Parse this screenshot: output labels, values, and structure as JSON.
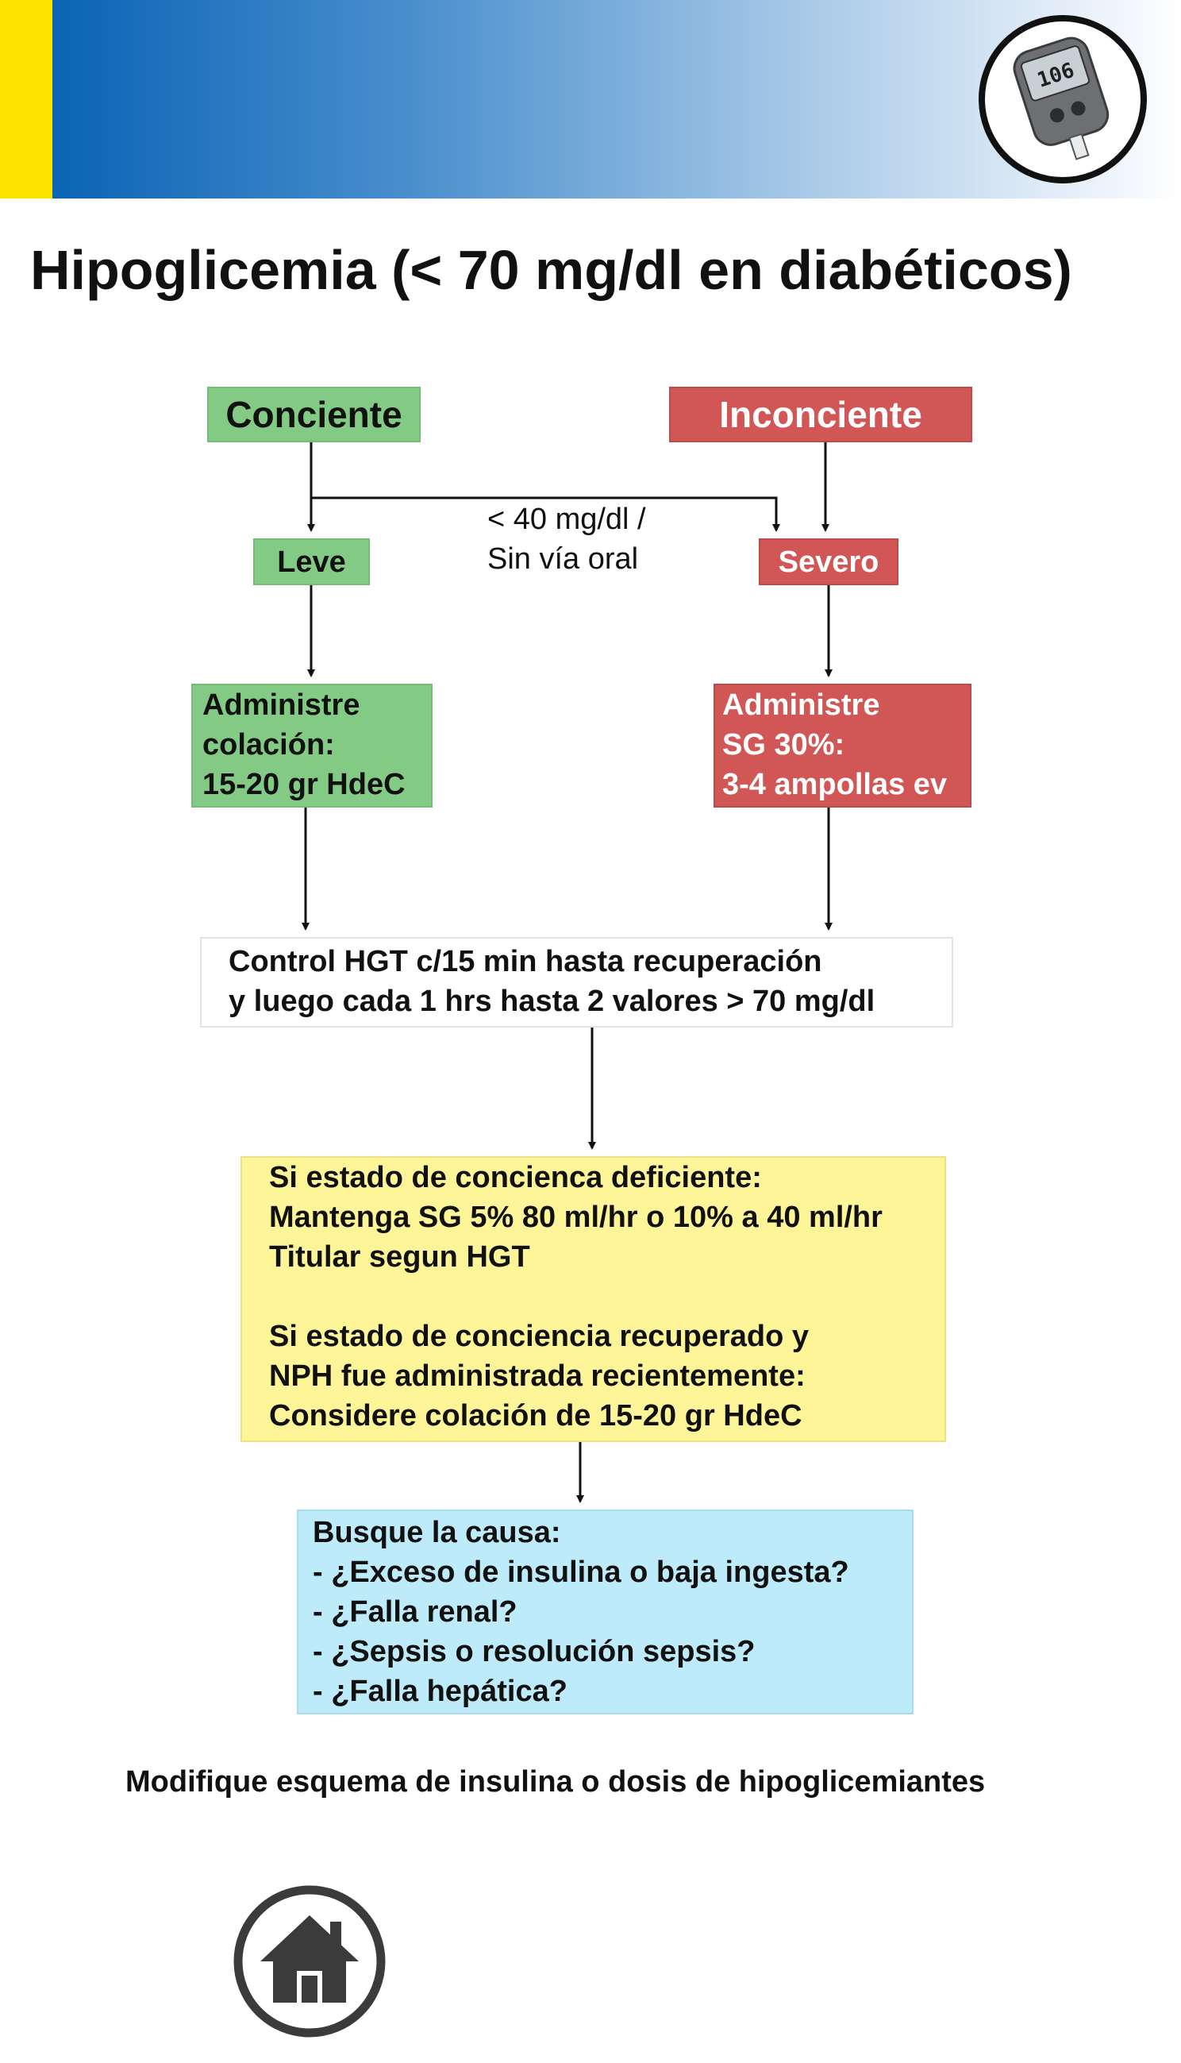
{
  "title": "Hipoglicemia (< 70 mg/dl en diabéticos)",
  "header": {
    "glucometer_reading": "106",
    "icon": "glucometer-icon",
    "colors": {
      "accent_yellow": "#ffe400",
      "gradient_start": "#0a63b5"
    }
  },
  "flowchart": {
    "conciente": "Conciente",
    "inconciente": "Inconciente",
    "condition_label": [
      "< 40 mg/dl /",
      "Sin vía oral"
    ],
    "leve": "Leve",
    "severo": "Severo",
    "admin_leve": [
      "Administre",
      "colación:",
      "15-20 gr HdeC"
    ],
    "admin_severo": [
      "Administre",
      "SG 30%:",
      "3-4 ampollas ev"
    ],
    "control": [
      "Control HGT c/15 min hasta recuperación",
      "y luego cada 1 hrs hasta 2 valores > 70 mg/dl"
    ],
    "conciencia_deficiente": [
      "Si estado de concienca deficiente:",
      "Mantenga SG 5% 80 ml/hr o 10% a 40 ml/hr",
      "Titular segun HGT"
    ],
    "conciencia_recuperada": [
      "Si estado de conciencia recuperado y",
      "NPH fue administrada recientemente:",
      "Considere colación de 15-20 gr HdeC"
    ],
    "causa": [
      "Busque la causa:",
      "- ¿Exceso de insulina o baja ingesta?",
      "- ¿Falla renal?",
      "- ¿Sepsis o resolución sepsis?",
      "- ¿Falla hepática?"
    ],
    "colors": {
      "green": "#83cb84",
      "red": "#d15757",
      "yellow": "#fdf598",
      "blue": "#bdebf9"
    }
  },
  "footer_note": "Modifique esquema de insulina o dosis de hipoglicemiantes",
  "nav": {
    "home_icon": "home-icon"
  }
}
